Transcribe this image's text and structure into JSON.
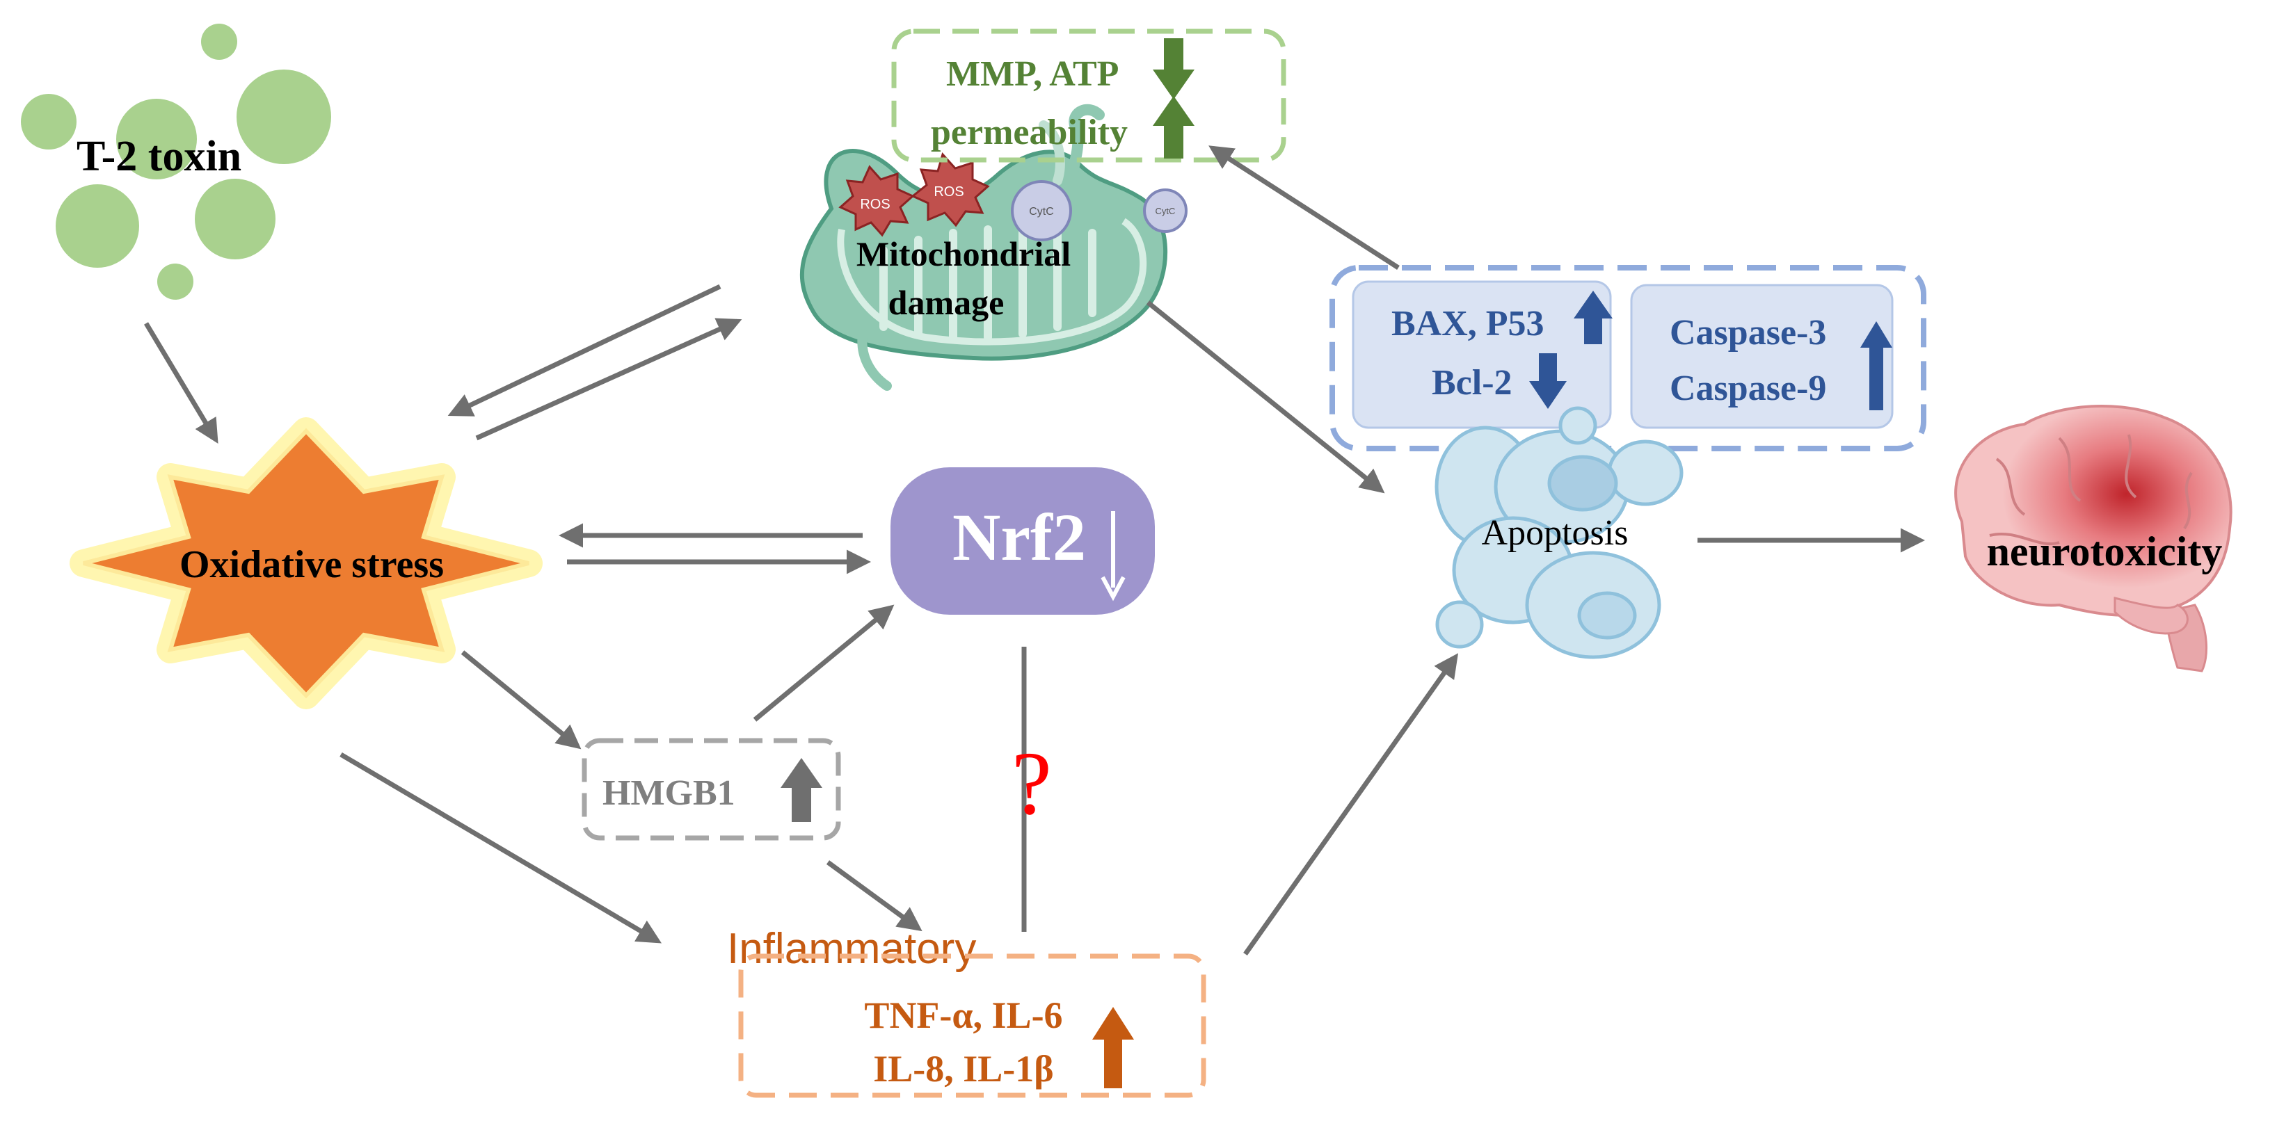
{
  "labels": {
    "t2_toxin": "T-2 toxin",
    "mito_line1": "Mitochondrial",
    "mito_line2": "damage",
    "mmp_atp": "MMP, ATP",
    "permeability": "permeability",
    "ros": "ROS",
    "cytc": "CytC",
    "oxidative_stress": "Oxidative stress",
    "nrf2": "Nrf2",
    "hmgb1": "HMGB1",
    "question_mark": "?",
    "inflammatory": "Inflammatory",
    "cytokines_line1": "TNF-α, IL-6",
    "cytokines_line2": "IL-8, IL-1β",
    "bax_p53": "BAX, P53",
    "bcl2": "Bcl-2",
    "caspase3": "Caspase-3",
    "caspase9": "Caspase-9",
    "apoptosis": "Apoptosis",
    "neurotoxicity": "neurotoxicity"
  },
  "colors": {
    "toxin_green": "#a9d18e",
    "mito_green": "#548235",
    "stress_orange": "#ed7d31",
    "nrf2_purple": "#9e95cd",
    "inflam_orange": "#c55a11",
    "apoptosis_blue": "#2f5597",
    "arrow_gray": "#6f6f6f",
    "question_red": "#ff0000"
  },
  "icons": {
    "toxin": "green-circles-icon",
    "mitochondrion": "mitochondrion-icon",
    "ros": "ros-burst-icon",
    "cells": "apoptotic-cell-icon",
    "brain": "brain-icon"
  }
}
